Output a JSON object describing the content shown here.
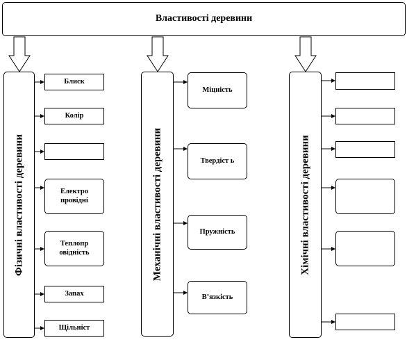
{
  "diagram": {
    "title": "Властивості деревини",
    "columns": [
      {
        "title": "Фізичні властивості деревини",
        "items": [
          "Блиск",
          "Колір",
          "",
          "Електро провідні",
          "Теплопр овідність",
          "Запах",
          "Щільніст"
        ]
      },
      {
        "title": "Механічні властивості деревини",
        "items": [
          "Міцність",
          "Твердіст ь",
          "Пружність",
          "В’язкість"
        ]
      },
      {
        "title": "Хімічні властивості деревини",
        "items": [
          "",
          "",
          "",
          "",
          "",
          ""
        ]
      }
    ]
  }
}
